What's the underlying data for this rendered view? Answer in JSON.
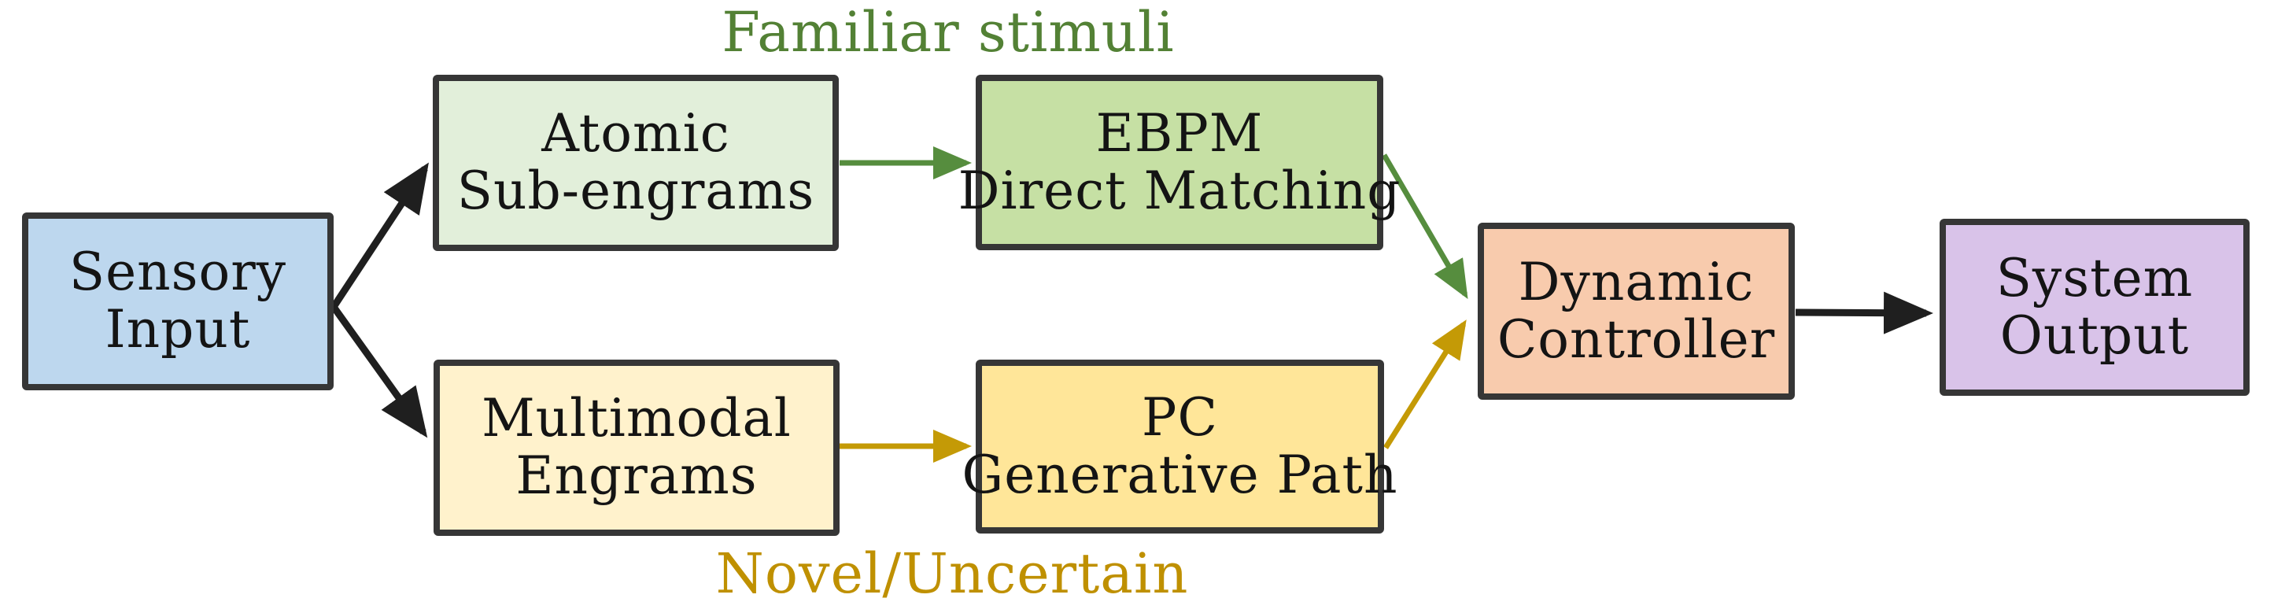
{
  "nodes": {
    "sensory_input": {
      "lines": [
        "Sensory",
        "Input"
      ],
      "fill": "#BDD7EE"
    },
    "atomic_sub_engrams": {
      "lines": [
        "Atomic",
        "Sub-engrams"
      ],
      "fill": "#E2EFDA"
    },
    "ebpm_direct_matching": {
      "lines": [
        "EBPM",
        "Direct Matching"
      ],
      "fill": "#C6E0A4"
    },
    "multimodal_engrams": {
      "lines": [
        "Multimodal",
        "Engrams"
      ],
      "fill": "#FFF2CC"
    },
    "pc_generative_path": {
      "lines": [
        "PC",
        "Generative Path"
      ],
      "fill": "#FFE699"
    },
    "dynamic_controller": {
      "lines": [
        "Dynamic",
        "Controller"
      ],
      "fill": "#F8CBAD"
    },
    "system_output": {
      "lines": [
        "System",
        "Output"
      ],
      "fill": "#D9C3E9"
    }
  },
  "labels": {
    "familiar_stimuli": {
      "text": "Familiar stimuli",
      "color": "#538135"
    },
    "novel_uncertain": {
      "text": "Novel/Uncertain",
      "color": "#BF9000"
    }
  },
  "edges": [
    {
      "from": "sensory_input",
      "to": "atomic_sub_engrams",
      "color_name": "black"
    },
    {
      "from": "sensory_input",
      "to": "multimodal_engrams",
      "color_name": "black"
    },
    {
      "from": "atomic_sub_engrams",
      "to": "ebpm_direct_matching",
      "color_name": "green"
    },
    {
      "from": "multimodal_engrams",
      "to": "pc_generative_path",
      "color_name": "gold"
    },
    {
      "from": "ebpm_direct_matching",
      "to": "dynamic_controller",
      "color_name": "green"
    },
    {
      "from": "pc_generative_path",
      "to": "dynamic_controller",
      "color_name": "gold"
    },
    {
      "from": "dynamic_controller",
      "to": "system_output",
      "color_name": "black"
    }
  ],
  "colors": {
    "background": "#FFFFFF",
    "border": "#363636",
    "text": "#141414",
    "black_arrow": "#1F1F1F",
    "green_arrow": "#568D3E",
    "gold_arrow": "#C49A06"
  }
}
